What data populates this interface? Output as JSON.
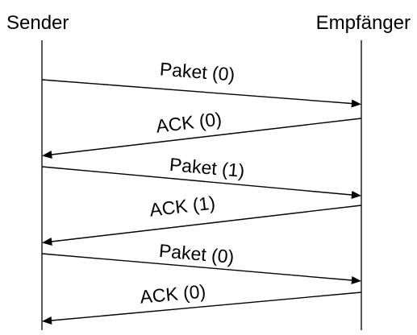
{
  "participants": {
    "sender": "Sender",
    "receiver": "Empfänger"
  },
  "messages": [
    {
      "label": "Paket (0)",
      "from": "sender",
      "to": "receiver"
    },
    {
      "label": "ACK (0)",
      "from": "receiver",
      "to": "sender"
    },
    {
      "label": "Paket (1)",
      "from": "sender",
      "to": "receiver"
    },
    {
      "label": "ACK (1)",
      "from": "receiver",
      "to": "sender"
    },
    {
      "label": "Paket (0)",
      "from": "sender",
      "to": "receiver"
    },
    {
      "label": "ACK (0)",
      "from": "receiver",
      "to": "sender"
    }
  ],
  "colors": {
    "line": "#000000",
    "background": "#ffffff"
  }
}
